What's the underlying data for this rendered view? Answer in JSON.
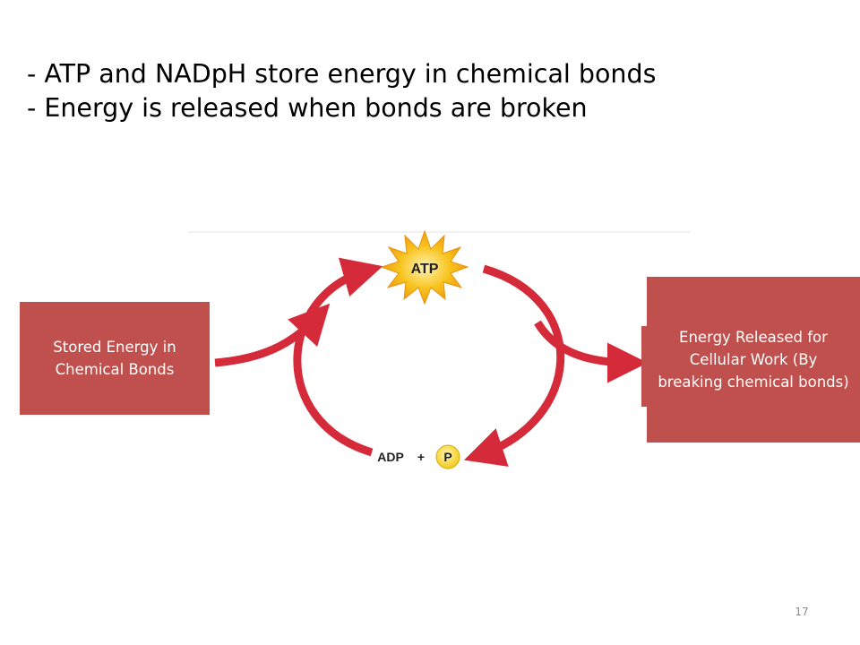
{
  "bullets": [
    "- ATP and NADpH store energy in chemical bonds",
    "- Energy is released when bonds are broken"
  ],
  "diagram": {
    "atp_label": "ATP",
    "adp_label": "ADP",
    "plus_label": "+",
    "phosphate_label": "P",
    "stored_energy_label": "Stored Energy in Chemical Bonds",
    "released_energy_label": "Energy Released for Cellular Work (By breaking chemical bonds)"
  },
  "colors": {
    "box": "#c0504d",
    "arrow": "#d42a3a",
    "atp_burst": "#f6b716",
    "phosphate_circle": "#f5d22e"
  },
  "slide_number": "17"
}
